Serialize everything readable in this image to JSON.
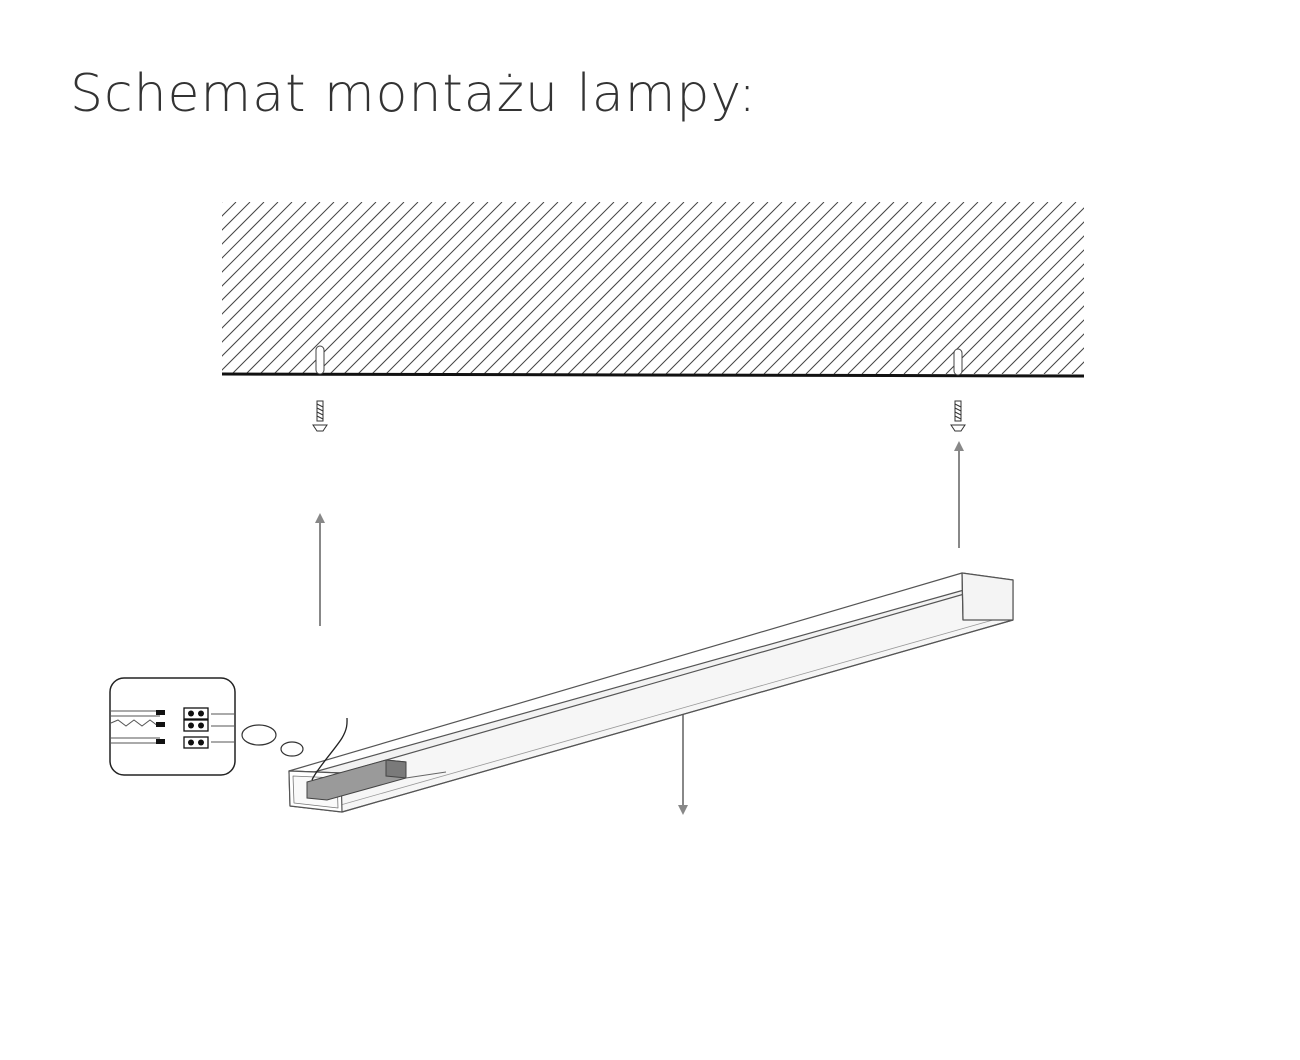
{
  "page": {
    "title": "Schemat montażu lampy:"
  },
  "colors": {
    "background": "#ffffff",
    "title_text": "#333333",
    "line": "#111111",
    "arrow": "#888888",
    "lamp_fill": "#f6f6f6",
    "lamp_stroke": "#555555",
    "driver_fill": "#9a9a9a"
  },
  "diagram": {
    "parts": [
      "ceiling-hatch",
      "ceiling-line",
      "wall-plug",
      "screw-icon",
      "up-arrow",
      "down-arrow",
      "lamp-profile",
      "driver-box",
      "power-cable",
      "connector-box-icon"
    ]
  }
}
